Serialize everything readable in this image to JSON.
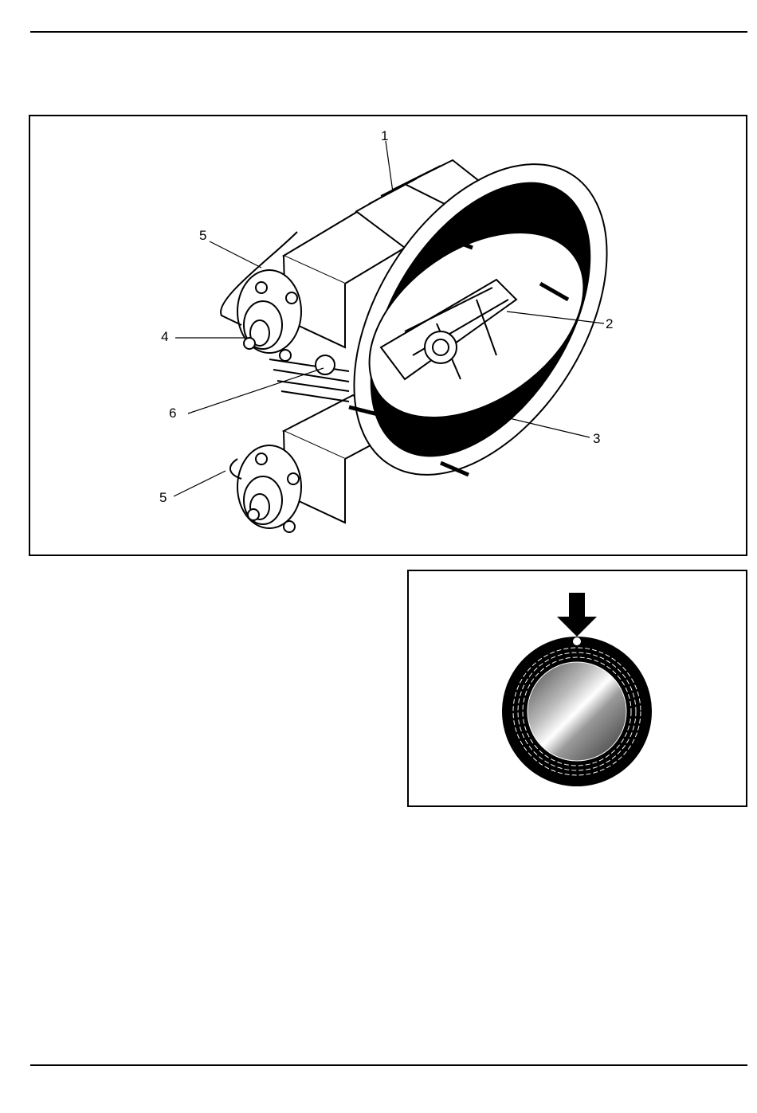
{
  "figure_main": {
    "callouts": [
      {
        "id": "c1",
        "text": "1"
      },
      {
        "id": "c2",
        "text": "2"
      },
      {
        "id": "c3",
        "text": "3"
      },
      {
        "id": "c4",
        "text": "4"
      },
      {
        "id": "c5a",
        "text": "5"
      },
      {
        "id": "c5b",
        "text": "5"
      },
      {
        "id": "c6",
        "text": "6"
      }
    ]
  },
  "figure_detail": {
    "marker": "arrow-pointing-to-dot"
  }
}
